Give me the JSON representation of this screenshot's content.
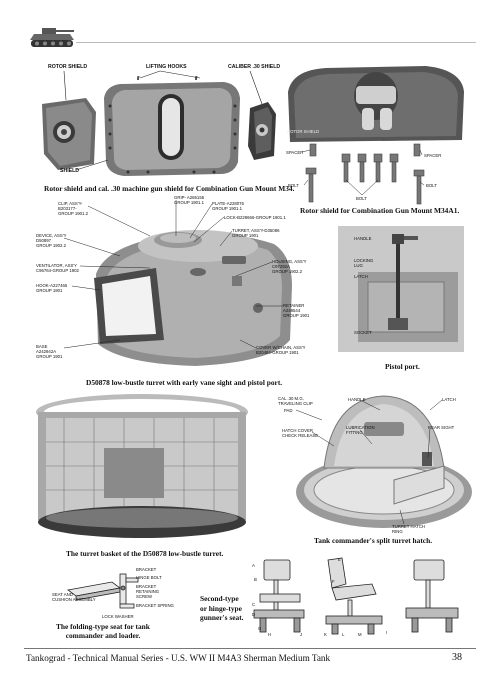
{
  "page": {
    "footer": "Tankograd - Technical Manual Series - U.S. WW II M4A3 Sherman Medium Tank",
    "page_number": "38"
  },
  "fig1": {
    "caption": "Rotor shield and cal. .30 machine gun shield for Combination Gun Mount M34.",
    "labels": {
      "rotor_shield": "ROTOR SHIELD",
      "lifting_hooks": "LIFTING HOOKS",
      "caliber_shield": "CALIBER .30 SHIELD",
      "shield": "SHIELD"
    }
  },
  "fig2": {
    "caption": "Rotor shield for Combination Gun Mount M34A1.",
    "labels": {
      "rotor_shield": "ROTOR SHIELD",
      "spacer_left": "SPACER",
      "spacer_right": "SPACER",
      "bolt_left": "BOLT",
      "bolt_center": "BOLT",
      "bolt_right": "BOLT"
    }
  },
  "fig3": {
    "caption": "D50878 low-bustle turret with early vane sight and pistol port.",
    "labels": {
      "clip": "CLIP, ASS'Y-\nB203177-\nGROUP 1901.2",
      "grip": "GRIP- A265155\nGROUP 1901.1",
      "plate": "PLATE-A228076\nGROUP 1901.1",
      "lock": "LOCK-B229666-GROUP 1901.1",
      "turret": "TURRET, ASS'Y-D35086\nGROUP 1901",
      "device": "DEVICE, ASS'Y\nD50897\nGROUP 1902.2",
      "ventilator": "VENTILATOR, ASS'Y\nC96764-GROUP 1902",
      "hook": "HOOK-A227465\nGROUP 1901",
      "housing": "HOUSING, ASS'Y\nC97292A\nGROUP 1902.2",
      "retainer": "RETAINER\nA248544\nGROUP 1901",
      "base": "BASE\nA242942A\nGROUP 1901",
      "cover": "COVER W/CHAIN, ASS'Y\nB20484-GROUP 1901"
    }
  },
  "fig4": {
    "caption": "Pistol port.",
    "labels": {
      "handle": "HANDLE",
      "locking_lug": "LOCKING\nLUG",
      "latch": "LATCH",
      "socket": "SOCKET"
    }
  },
  "fig5": {
    "caption": "The turret basket of the D50878 low-bustle turret."
  },
  "fig6": {
    "caption": "Tank commander's split turret hatch.",
    "labels": {
      "cal30": "CAL .30 M.G.\nTRAVELING CLIP",
      "pad": "PAD",
      "handle": "HANDLE",
      "latch": "LATCH",
      "lubrication": "LUBRICATION\nFITTING",
      "rear_sight": "REAR SIGHT",
      "hatch_cover": "HATCH COVER\nCHECK RELEASE",
      "turret_hatch_ring": "TURRET HATCH\nRING"
    }
  },
  "fig7": {
    "caption": "The folding-type seat for tank\ncommander and loader.",
    "labels": {
      "bracket": "BRACKET",
      "hinge_bolt": "HINGE BOLT",
      "seat_and_cushion": "SEAT AND\nCUSHION ASSEMBLY",
      "bracket_retaining": "BRACKET\nRETAINING\nSCREW",
      "bracket_spring": "BRACKET SPRING",
      "lock_washer": "LOCK WASHER"
    }
  },
  "fig8": {
    "caption": "Second-type\nor hinge-type\ngunner's seat."
  },
  "letters": [
    "A",
    "B",
    "C",
    "D",
    "E",
    "F",
    "G",
    "H",
    "I",
    "J",
    "K",
    "L",
    "M"
  ]
}
